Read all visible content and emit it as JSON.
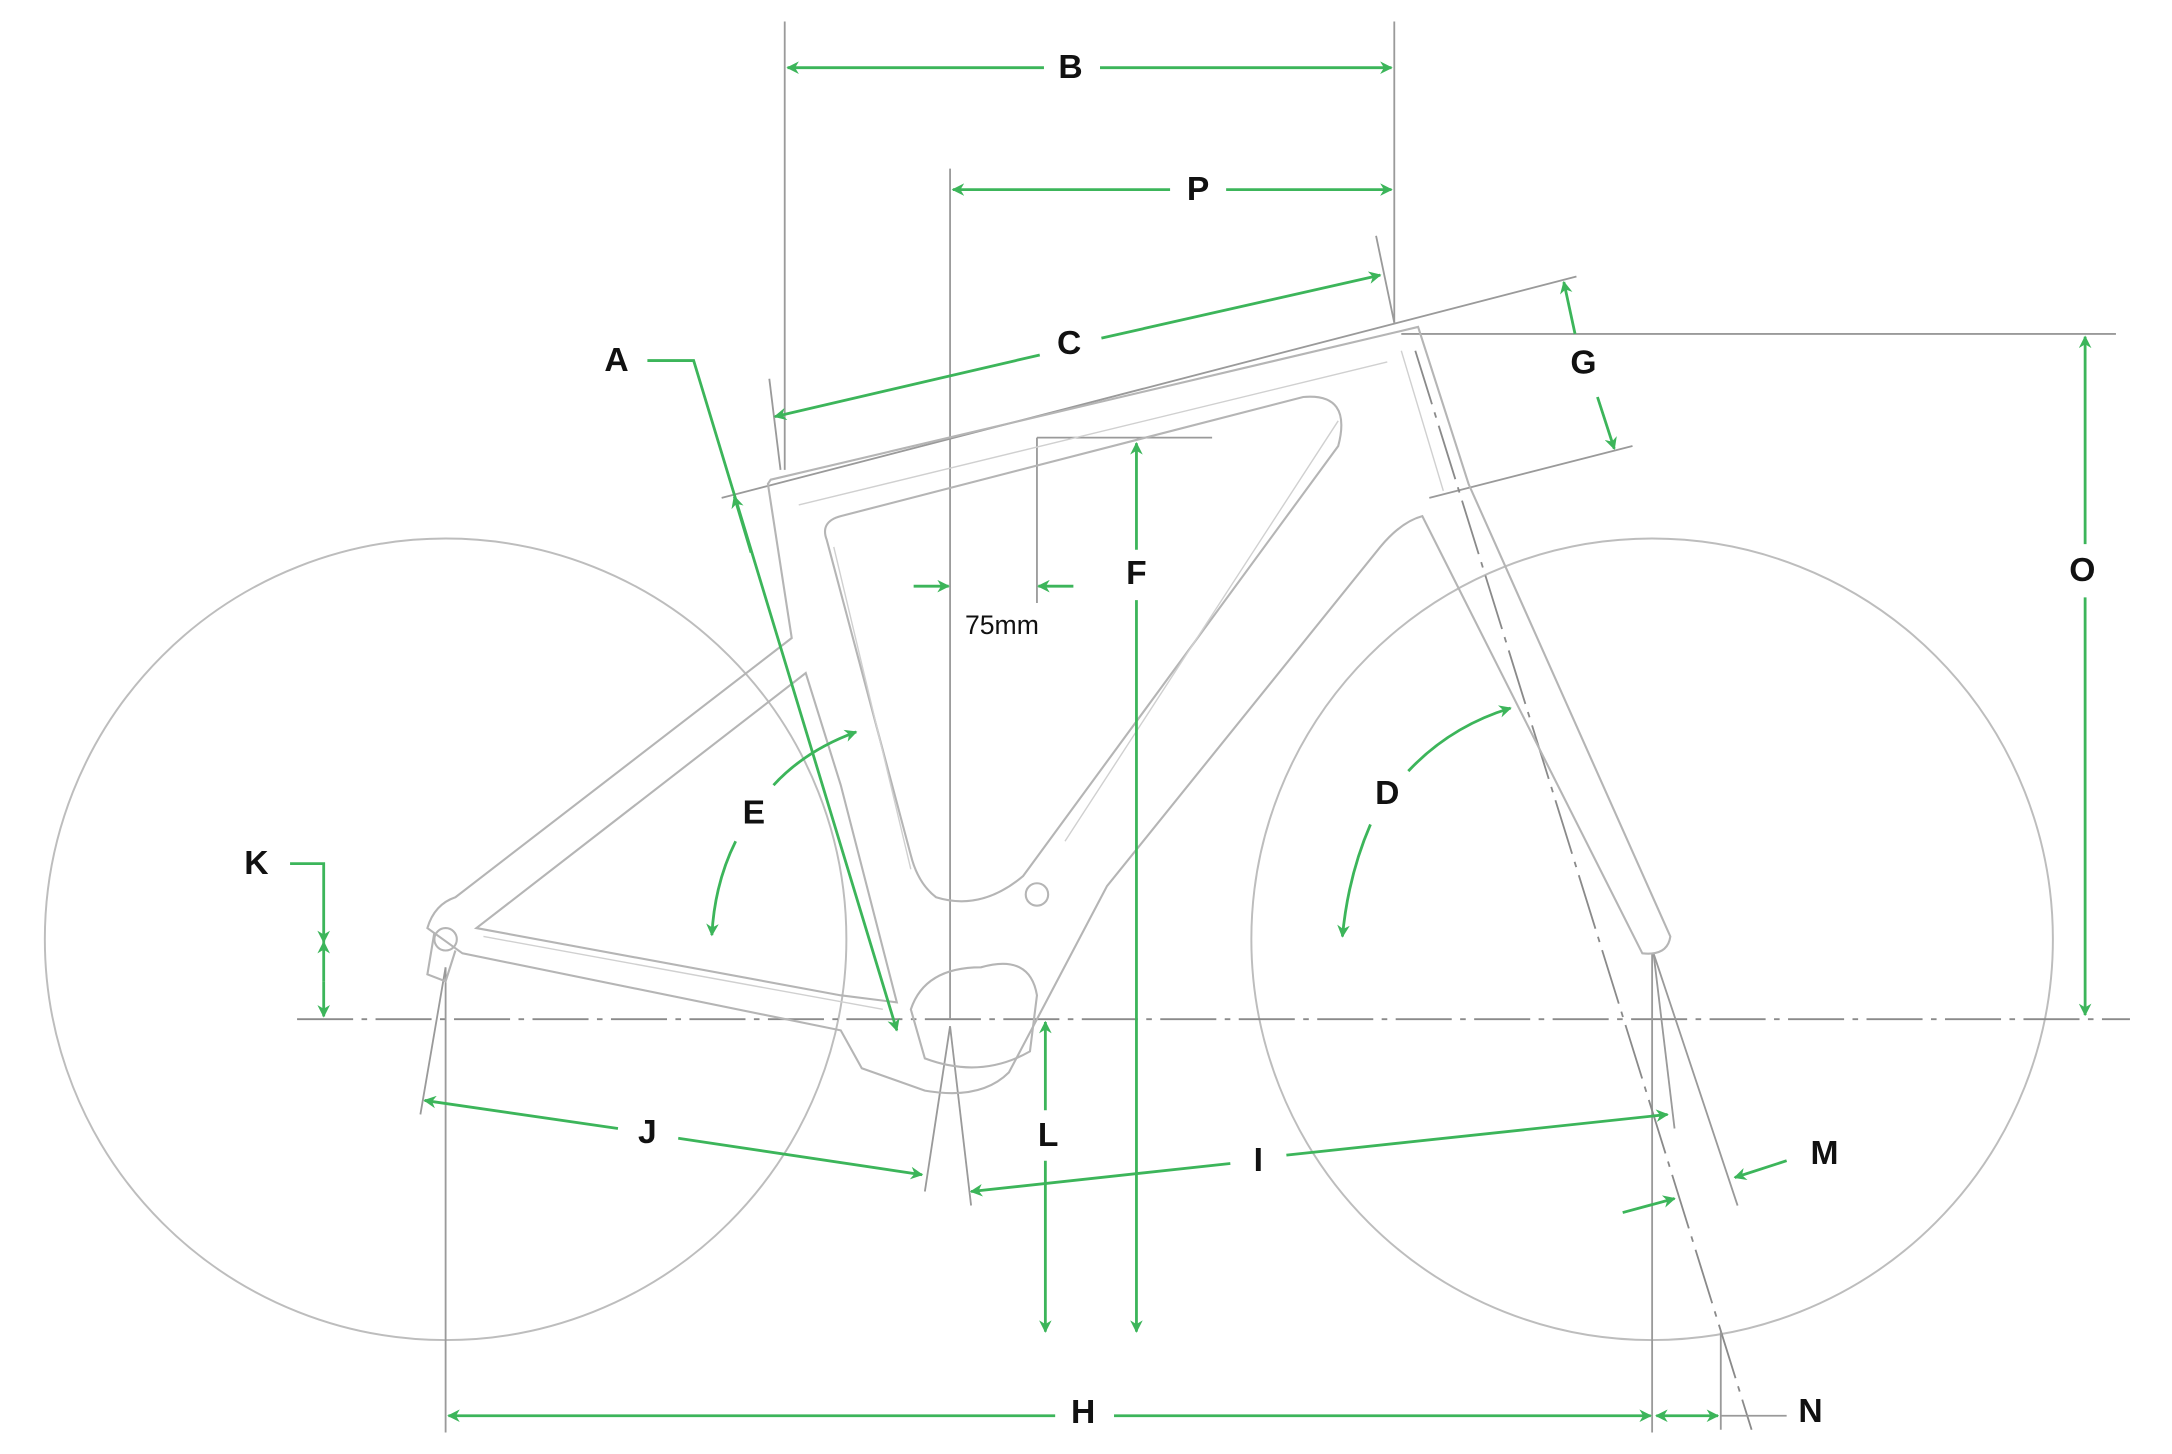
{
  "diagram": {
    "title": "Bike geometry diagram",
    "accent_color": "#3cb55a",
    "labels": {
      "A": "A",
      "B": "B",
      "C": "C",
      "D": "D",
      "E": "E",
      "F": "F",
      "G": "G",
      "H": "H",
      "I": "I",
      "J": "J",
      "K": "K",
      "L": "L",
      "M": "M",
      "N": "N",
      "O": "O",
      "P": "P"
    },
    "offset_note": "75mm"
  }
}
